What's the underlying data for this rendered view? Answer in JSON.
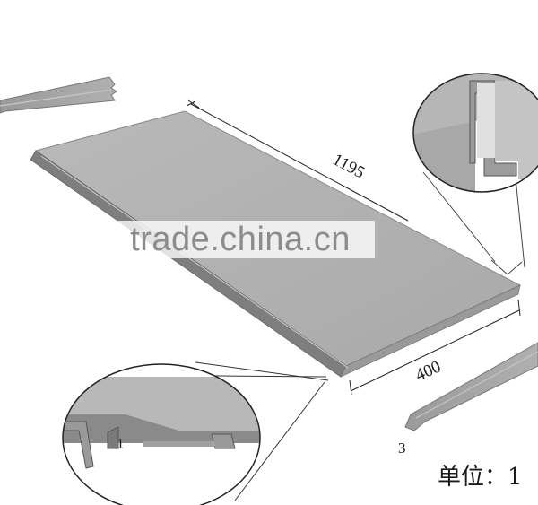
{
  "dimensions": {
    "length": "1195",
    "width": "400"
  },
  "callouts": {
    "bottom_left": "1",
    "bottom_right": "3"
  },
  "unit_label": "单位：1",
  "watermark": "trade.china.cn",
  "colors": {
    "panel_top": "#b4b4b4",
    "panel_edge": "#8f8f8f",
    "panel_dark": "#6f6f6f",
    "line": "#222222"
  }
}
